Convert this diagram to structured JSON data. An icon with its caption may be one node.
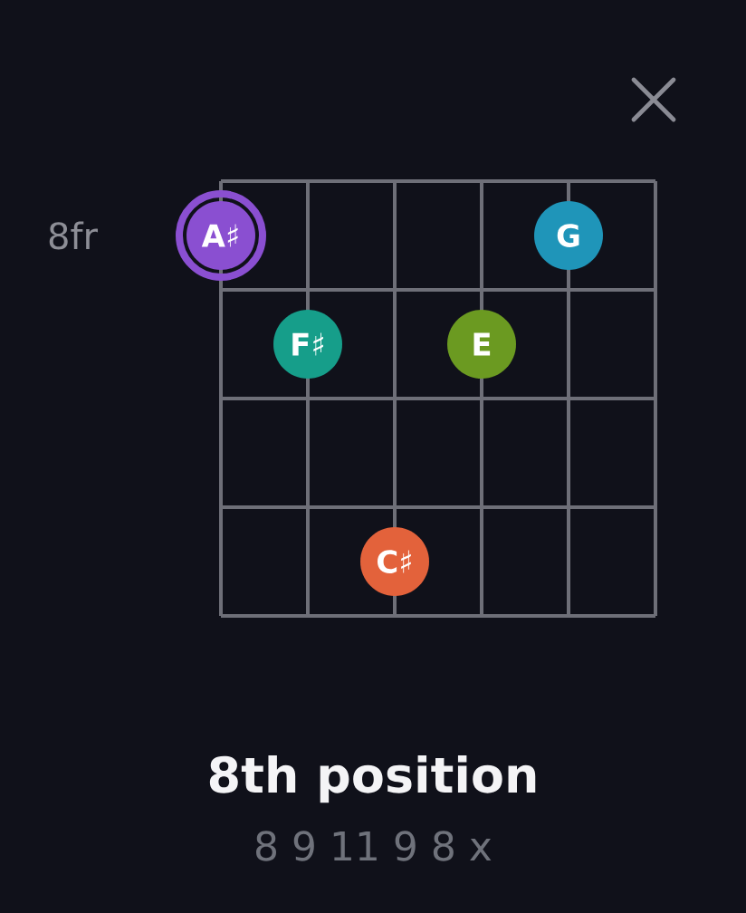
{
  "diagram": {
    "title": "8th position",
    "caption": "8 9 11 9 8 x",
    "nodes": [
      {
        "text": [
          "A♯"
        ]
      },
      {
        "text": [
          "G"
        ]
      },
      {
        "text": [
          "F♯"
        ]
      },
      {
        "text": [
          "E"
        ]
      },
      {
        "text": [
          "C♯"
        ]
      }
    ],
    "labels": [
      "8fr"
    ]
  }
}
